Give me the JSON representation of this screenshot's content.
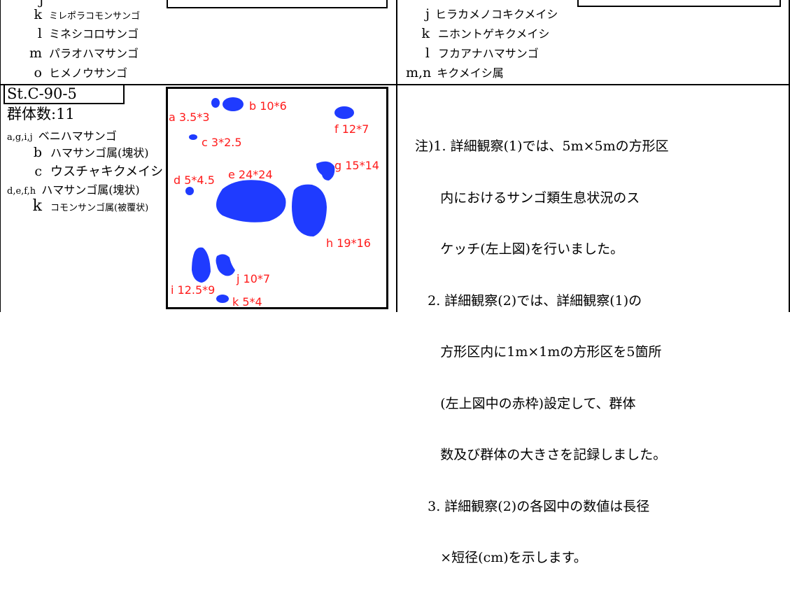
{
  "top_left": {
    "items": [
      {
        "code": "j",
        "name": ""
      },
      {
        "code": "k",
        "name": "ミレポラコモンサンゴ"
      },
      {
        "code": "l",
        "name": "ミネシコロサンゴ"
      },
      {
        "code": "m",
        "name": "パラオハマサンゴ"
      },
      {
        "code": "o",
        "name": "ヒメノウサンゴ"
      }
    ]
  },
  "top_right": {
    "items": [
      {
        "code": "j",
        "name": "ヒラカメノコキクメイシ"
      },
      {
        "code": "k",
        "name": "ニホントゲキクメイシ"
      },
      {
        "code": "l",
        "name": "フカアナハマサンゴ"
      },
      {
        "code": "m,n",
        "name": "キクメイシ属"
      }
    ]
  },
  "station": {
    "label": "St.C-90-5",
    "colony_count": "群体数:11",
    "species": [
      {
        "code": "a,g,i,j",
        "name": "ベニハマサンゴ"
      },
      {
        "code": "b",
        "name": "ハマサンゴ属(塊状)"
      },
      {
        "code": "c",
        "name": "ウスチャキクメイシ"
      },
      {
        "code": "d,e,f,h",
        "name": "ハマサンゴ属(塊状)"
      },
      {
        "code": "k",
        "name": "コモンサンゴ属(被覆状)"
      }
    ]
  },
  "sketch": {
    "colony_color": "#1f3bff",
    "label_color": "#ff1a1a",
    "labels": {
      "a": "a 3.5*3",
      "b": "b 10*6",
      "c": "c 3*2.5",
      "d": "d 5*4.5",
      "e": "e 24*24",
      "f": "f 12*7",
      "g": "g 15*14",
      "h": "h 19*16",
      "i": "i 12.5*9",
      "j": "j 10*7",
      "k": "k 5*4"
    }
  },
  "notes": [
    "注)1. 詳細観察(1)では、5m×5mの方形区",
    "      内におけるサンゴ類生息状況のス",
    "      ケッチ(左上図)を行いました。",
    "   2. 詳細観察(2)では、詳細観察(1)の",
    "      方形区内に1m×1mの方形区を5箇所",
    "      (左上図中の赤枠)設定して、群体",
    "      数及び群体の大きさを記録しました。",
    "   3. 詳細観察(2)の各図中の数値は長径",
    "      ×短径(cm)を示します。"
  ]
}
